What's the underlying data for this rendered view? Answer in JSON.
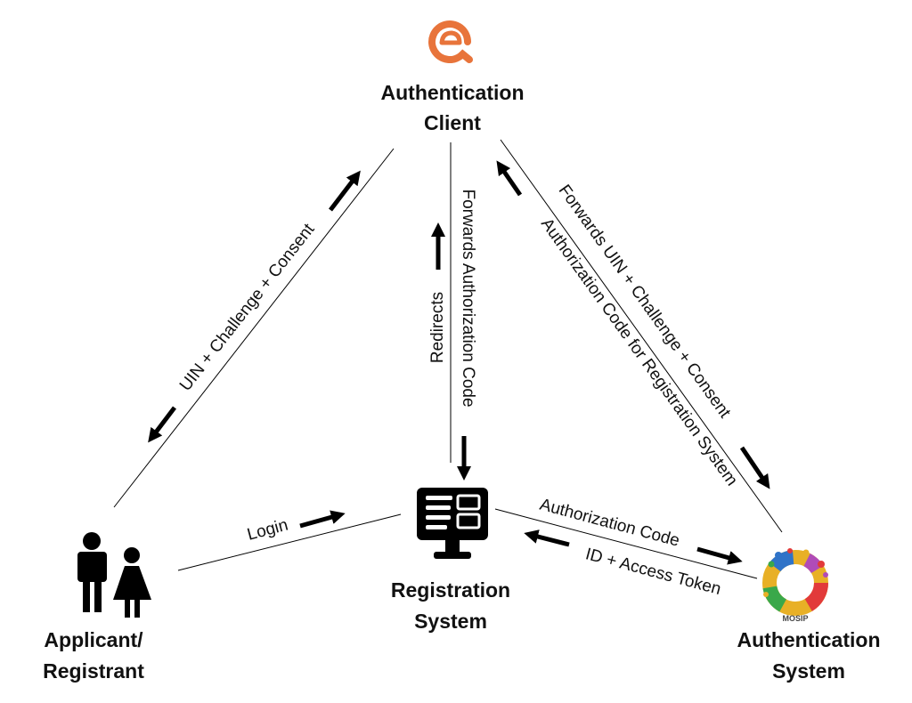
{
  "nodes": {
    "authentication_client": {
      "line1": "Authentication",
      "line2": "Client",
      "icon": "letter-e-logo-icon",
      "color": "#e8743b"
    },
    "applicant": {
      "line1": "Applicant/",
      "line2": "Registrant",
      "icon": "people-icon"
    },
    "registration_system": {
      "line1": "Registration",
      "line2": "System",
      "icon": "computer-monitor-icon"
    },
    "authentication_system": {
      "line1": "Authentication",
      "line2": "System",
      "icon": "mosip-logo-icon",
      "logo_text": "MOSIP"
    }
  },
  "edges": {
    "uin_challenge_consent": "UIN + Challenge + Consent",
    "redirects": "Redirects",
    "forwards_authorization_code": "Forwards Authorization Code",
    "forwards_uin_challenge_consent": "Forwards UIN + Challenge + Consent",
    "authorization_code_for_registration_system": "Authorization Code for Registration System",
    "login": "Login",
    "authorization_code": "Authorization Code",
    "id_access_token": "ID + Access Token"
  }
}
